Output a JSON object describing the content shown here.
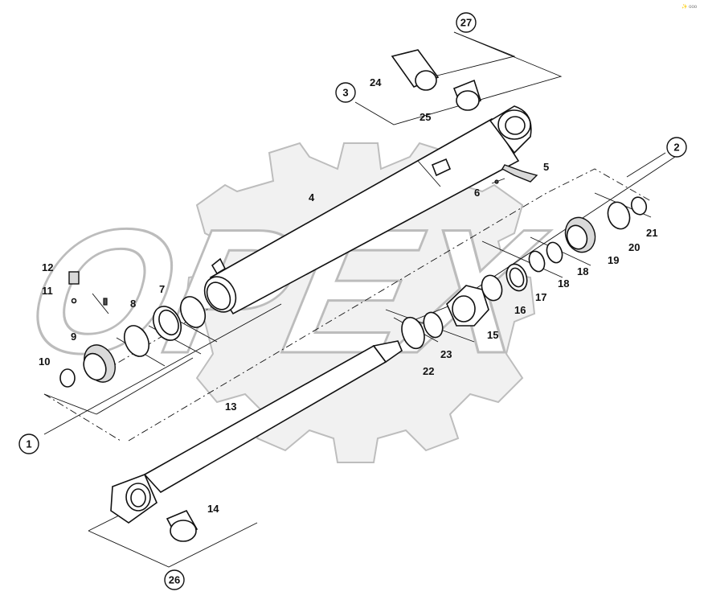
{
  "watermark": {
    "brand": "OPEX"
  },
  "corner_mark": "✨ ooo",
  "reference_groups": [
    {
      "id": "ref-1",
      "number": "1"
    },
    {
      "id": "ref-2",
      "number": "2"
    },
    {
      "id": "ref-3",
      "number": "3"
    },
    {
      "id": "ref-26",
      "number": "26"
    },
    {
      "id": "ref-27",
      "number": "27"
    }
  ],
  "part_labels": [
    {
      "id": "4",
      "text": "4"
    },
    {
      "id": "5",
      "text": "5"
    },
    {
      "id": "6",
      "text": "6"
    },
    {
      "id": "7",
      "text": "7"
    },
    {
      "id": "8",
      "text": "8"
    },
    {
      "id": "9",
      "text": "9"
    },
    {
      "id": "10",
      "text": "10"
    },
    {
      "id": "11",
      "text": "11"
    },
    {
      "id": "12",
      "text": "12"
    },
    {
      "id": "13",
      "text": "13"
    },
    {
      "id": "14",
      "text": "14"
    },
    {
      "id": "15",
      "text": "15"
    },
    {
      "id": "16",
      "text": "16"
    },
    {
      "id": "17",
      "text": "17"
    },
    {
      "id": "18a",
      "text": "18"
    },
    {
      "id": "18b",
      "text": "18"
    },
    {
      "id": "19",
      "text": "19"
    },
    {
      "id": "20",
      "text": "20"
    },
    {
      "id": "21",
      "text": "21"
    },
    {
      "id": "22",
      "text": "22"
    },
    {
      "id": "23",
      "text": "23"
    },
    {
      "id": "24",
      "text": "24"
    },
    {
      "id": "25",
      "text": "25"
    }
  ]
}
